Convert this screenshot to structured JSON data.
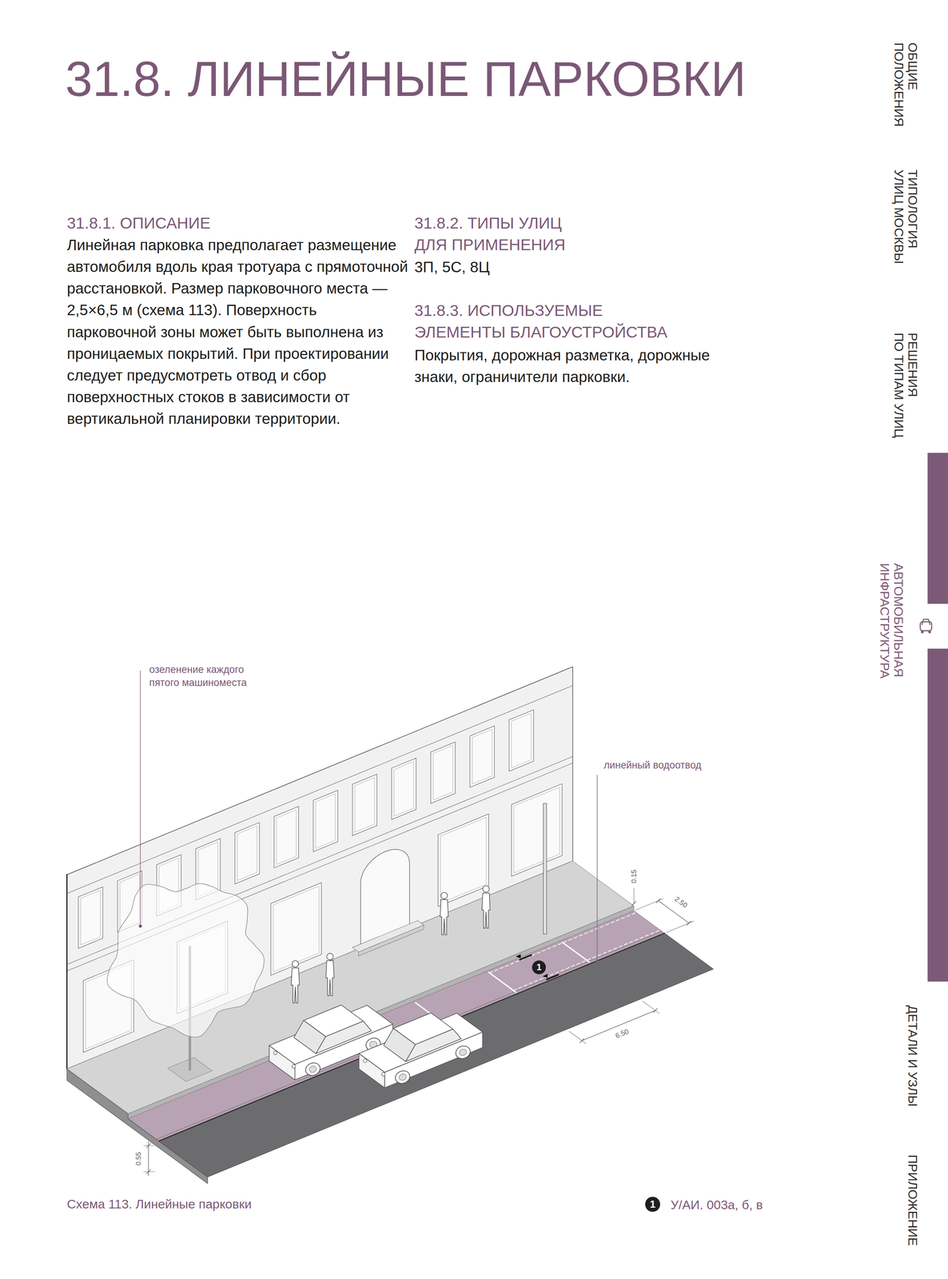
{
  "diagram": {
    "title": "31.8. ЛИНЕЙНЫЕ ПАРКОВКИ",
    "caption": "Схема 113. Линейные парковки",
    "nodes": [
      {
        "text": [
          "1"
        ]
      },
      {
        "text": [
          "1"
        ]
      }
    ],
    "labels": [
      "31.8.1. ОПИСАНИЕ",
      "Линейная парковка предполагает размещение автомобиля вдоль края тротуара с прямоточной расстановкой. Размер парковочного места — 2,5×6,5 м (схема 113). Поверхность парковочной зоны может быть выполнена из проницаемых покрытий. При проектировании следует предусмотреть отвод и сбор поверхностных стоков в зависимости от вертикальной планировки территории.",
      "31.8.2. ТИПЫ УЛИЦ ДЛЯ ПРИМЕНЕНИЯ",
      "3П, 5С, 8Ц",
      "31.8.3. ИСПОЛЬЗУЕМЫЕ ЭЛЕМЕНТЫ БЛАГОУСТРОЙСТВА",
      "Покрытия, дорожная разметка, дорожные знаки, ограничители парковки.",
      "ОБЩИЕ ПОЛОЖЕНИЯ",
      "ТИПОЛОГИЯ УЛИЦ МОСКВЫ",
      "РЕШЕНИЯ ПО ТИПАМ УЛИЦ",
      "АВТОМОБИЛЬНАЯ ИНФРАСТРУКТУРА",
      "ДЕТАЛИ И УЗЛЫ",
      "ПРИЛОЖЕНИЕ",
      "озеленение каждого пятого машиноместа",
      "линейный водоотвод",
      "0.15",
      "2.50",
      "6.50",
      "0.55",
      "У/АИ. 003а, б, в"
    ]
  }
}
